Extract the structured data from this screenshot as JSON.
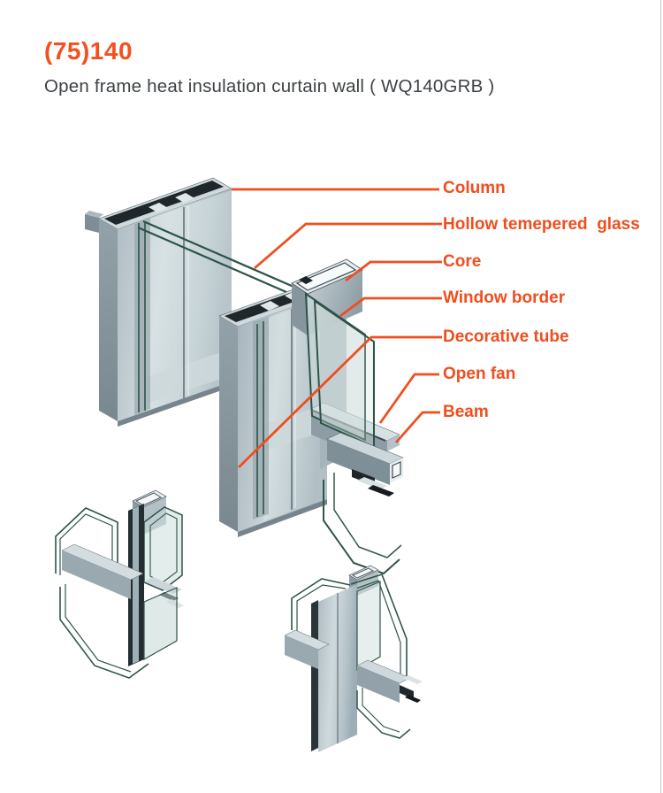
{
  "header": {
    "title": "(75)140",
    "subtitle": "Open frame heat insulation curtain wall ( WQ140GRB )"
  },
  "labels": [
    {
      "text": "Column"
    },
    {
      "text": "Hollow temepered  glass"
    },
    {
      "text": "Core"
    },
    {
      "text": "Window border"
    },
    {
      "text": "Decorative tube"
    },
    {
      "text": "Open fan"
    },
    {
      "text": "Beam"
    }
  ],
  "colors": {
    "accent": "#F04E1E",
    "title": "#F3501E",
    "subtitle": "#3E4245",
    "glass_edge": "#2C5348",
    "metal_light": "#CFD9DD",
    "metal_shadow": "#8FA0A8",
    "page_border": "#C8C8C8"
  }
}
